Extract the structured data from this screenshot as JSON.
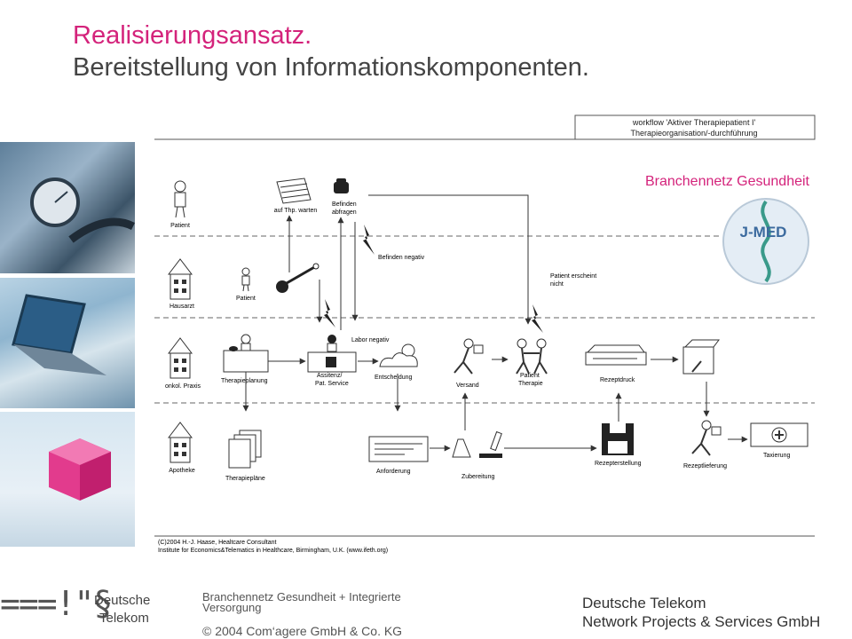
{
  "title": {
    "line1": "Realisierungsansatz.",
    "line2": "Bereitstellung von Informationskomponenten."
  },
  "workflow_box": {
    "line1": "workflow 'Aktiver Therapiepatient I'",
    "line2": "Therapieorganisation/-durchführung"
  },
  "network_label": "Branchennetz Gesundheit",
  "jmed_logo_text": "J-MED",
  "lanes": [
    "Patient",
    "Hausarzt",
    "onkol. Praxis",
    "Apotheke"
  ],
  "nodes": {
    "auf_thp_warten": "auf Thp. warten",
    "befinden_line1": "Befinden",
    "befinden_line2": "abfragen",
    "befinden_negativ": "Befinden negativ",
    "patient_small": "Patient",
    "patient_erscheint_line1": "Patient erscheint",
    "patient_erscheint_line2": "nicht",
    "labor_negativ": "Labor negativ",
    "therapieplanung": "Therapieplanung",
    "assistenz_line1": "Assitenz/",
    "assistenz_line2": "Pat. Service",
    "entscheidung": "Entscheidung",
    "versand": "Versand",
    "patient_therapie_line1": "Patient",
    "patient_therapie_line2": "Therapie",
    "rezeptdruck": "Rezeptdruck",
    "therapieplaene": "Therapiepläne",
    "anforderung": "Anforderung",
    "zubereitung": "Zubereitung",
    "rezepterstellung": "Rezepterstellung",
    "rezeptlieferung": "Rezeptlieferung",
    "taxierung": "Taxierung"
  },
  "credits": {
    "line1": "(C)2004 H.-J. Haase, Healtcare Consultant",
    "line2": "Institute for Economics&Telematics in Healthcare, Birmingham, U.K. (www.ifeth.org)"
  },
  "footer": {
    "logo_text": "===!\"§",
    "brand_line1": "Deutsche",
    "brand_line2": "Telekom",
    "middle_text": "Branchennetz Gesundheit + Integrierte Versorgung",
    "copyright": "© 2004 Com‘agere GmbH & Co. KG",
    "right_line1": "Deutsche Telekom",
    "right_line2": "Network Projects & Services GmbH"
  },
  "colors": {
    "accent": "#d4237b",
    "text": "#444444",
    "line": "#333333"
  }
}
